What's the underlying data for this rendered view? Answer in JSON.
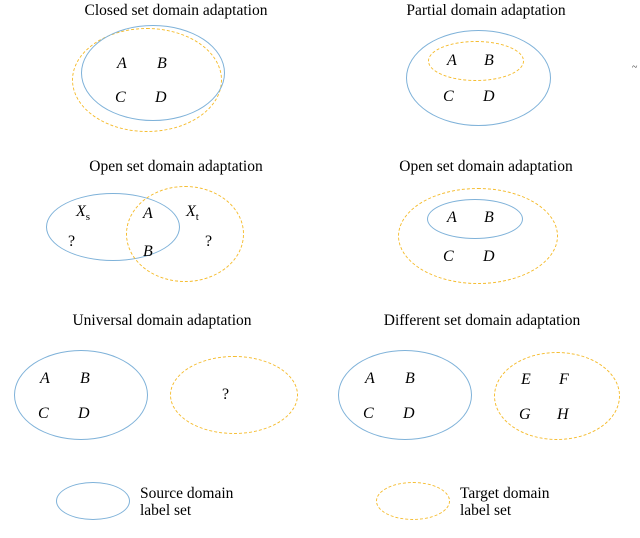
{
  "figure": {
    "title_row1_left": "Closed set domain adaptation",
    "title_row1_right": "Partial domain adaptation",
    "title_row2_left": "Open set domain adaptation",
    "title_row2_right": "Open set domain adaptation",
    "title_row3_left": "Universal domain adaptation",
    "title_row3_right": "Different set domain adaptation"
  },
  "labels": {
    "A": "A",
    "B": "B",
    "C": "C",
    "D": "D",
    "E": "E",
    "F": "F",
    "G": "G",
    "H": "H",
    "Xs_main": "X",
    "Xs_sub": "s",
    "Xt_main": "X",
    "Xt_sub": "t",
    "question": "?"
  },
  "legend": {
    "source_line1": "Source domain",
    "source_line2": "label set",
    "target_line1": "Target domain",
    "target_line2": "label set"
  },
  "colors": {
    "source": "#7fb2d9",
    "target": "#f5bc2e",
    "text": "#000000",
    "background": "#ffffff"
  }
}
